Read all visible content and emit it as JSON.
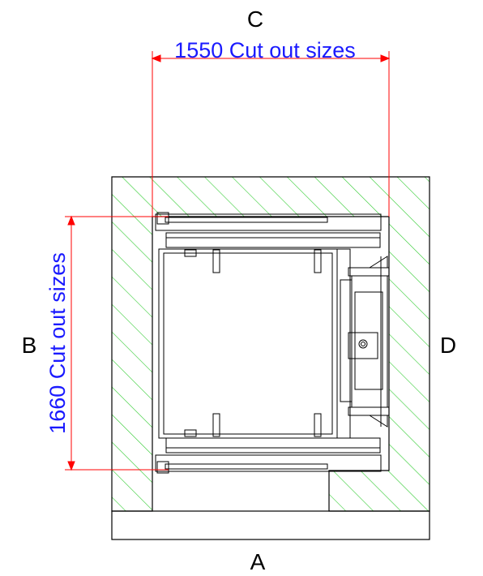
{
  "labels": {
    "top": "C",
    "bottom": "A",
    "left": "B",
    "right": "D"
  },
  "dimensions": {
    "width_text": "1550 Cut out sizes",
    "height_text": "1660 Cut out sizes"
  },
  "colors": {
    "hatch": "#33cc33",
    "dimension_line": "#ff0000",
    "dimension_text": "#1a1aff",
    "outline": "#000000"
  }
}
